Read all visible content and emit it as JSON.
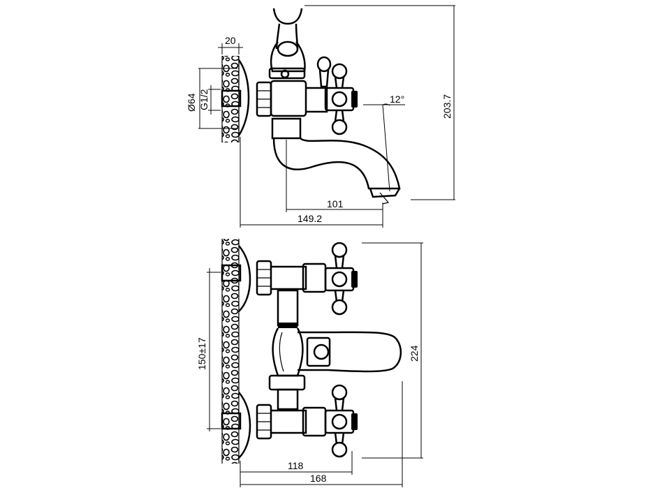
{
  "drawing": {
    "top_view": {
      "dim_wall_width": "20",
      "dim_flange_dia": "Ø64",
      "dim_thread": "G1/2",
      "dim_spout_angle": "12°",
      "dim_total_height": "203.7",
      "dim_spout_offset": "101",
      "dim_total_depth": "149.2"
    },
    "front_view": {
      "dim_centers": "150±17",
      "dim_total_height": "224",
      "dim_handle_depth": "118",
      "dim_total_depth": "168"
    }
  }
}
